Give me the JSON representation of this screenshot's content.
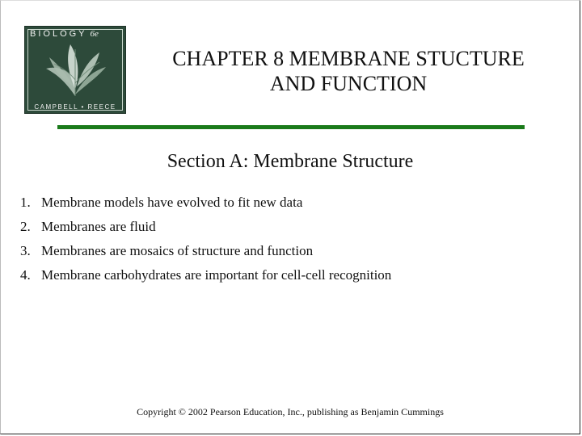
{
  "cover": {
    "title": "BIOLOGY",
    "edition": "6e",
    "authors": "CAMPBELL • REECE"
  },
  "chapter": {
    "line1": "CHAPTER 8  MEMBRANE STUCTURE",
    "line2": "AND FUNCTION"
  },
  "section": {
    "title": "Section A: Membrane Structure"
  },
  "topics": [
    {
      "num": "1.",
      "text": "Membrane models have evolved to fit new data"
    },
    {
      "num": "2.",
      "text": "Membranes are fluid"
    },
    {
      "num": "3.",
      "text": "Membranes are mosaics of structure and function"
    },
    {
      "num": "4.",
      "text": "Membrane carbohydrates are important for cell-cell recognition"
    }
  ],
  "footer": {
    "copyright": "Copyright © 2002 Pearson Education, Inc., publishing as Benjamin Cummings"
  },
  "colors": {
    "rule": "#1a7a1a",
    "cover_bg": "#2d4a3a"
  }
}
